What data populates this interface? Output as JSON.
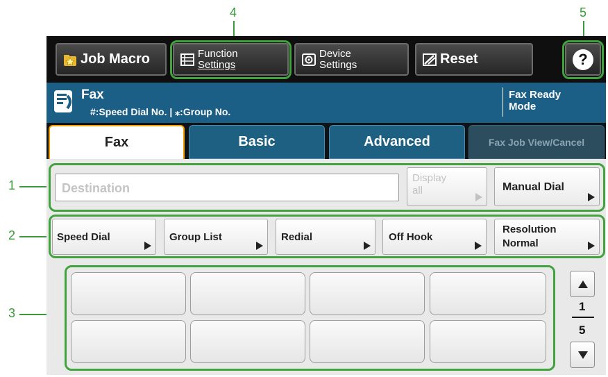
{
  "callouts": {
    "n1": "1",
    "n2": "2",
    "n3": "3",
    "n4": "4",
    "n5": "5"
  },
  "toolbar": {
    "job_macro": "Job Macro",
    "function_settings_l1": "Function",
    "function_settings_l2": "Settings",
    "device_settings_l1": "Device",
    "device_settings_l2": "Settings",
    "reset": "Reset",
    "help": "?"
  },
  "status": {
    "mode_title": "Fax",
    "hint": "#:Speed Dial No. | ⁎:Group No.",
    "state_l1": "Fax Ready",
    "state_l2": "Mode"
  },
  "tabs": [
    {
      "label": "Fax",
      "active": true
    },
    {
      "label": "Basic",
      "active": false
    },
    {
      "label": "Advanced",
      "active": false
    },
    {
      "label": "Fax Job View/Cancel",
      "active": false
    }
  ],
  "destination": {
    "placeholder": "Destination",
    "display_all_l1": "Display",
    "display_all_l2": "all",
    "manual_dial": "Manual Dial"
  },
  "functions": {
    "speed_dial": "Speed Dial",
    "group_list": "Group List",
    "redial": "Redial",
    "off_hook": "Off Hook",
    "resolution_l1": "Resolution",
    "resolution_l2": "Normal"
  },
  "pager": {
    "current": "1",
    "total": "5"
  },
  "colors": {
    "accent_green": "#41a23e",
    "status_blue": "#1c5f86",
    "tab_active_border": "#f0a000"
  },
  "icons": [
    "star-folder-icon",
    "list-icon",
    "gear-icon",
    "eraser-icon",
    "help-icon",
    "fax-phone-icon",
    "arrow-up-icon",
    "arrow-down-icon",
    "triangle-right-icon"
  ]
}
